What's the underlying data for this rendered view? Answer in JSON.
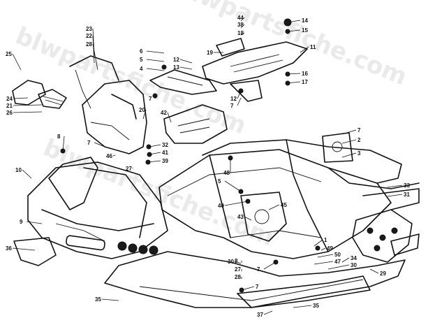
{
  "watermark": "blwpartsfiche.com",
  "callouts": [
    "1",
    "2",
    "3",
    "4",
    "5",
    "6",
    "7",
    "8",
    "9",
    "10",
    "11",
    "12",
    "13",
    "14",
    "15",
    "16",
    "17",
    "18",
    "19",
    "20",
    "21",
    "22",
    "23",
    "24",
    "25",
    "26",
    "27",
    "28",
    "29",
    "30",
    "31",
    "32",
    "33",
    "34",
    "35",
    "36",
    "37",
    "38",
    "39",
    "40",
    "41",
    "42",
    "43",
    "44",
    "45",
    "46",
    "47",
    "48",
    "49",
    "50"
  ]
}
